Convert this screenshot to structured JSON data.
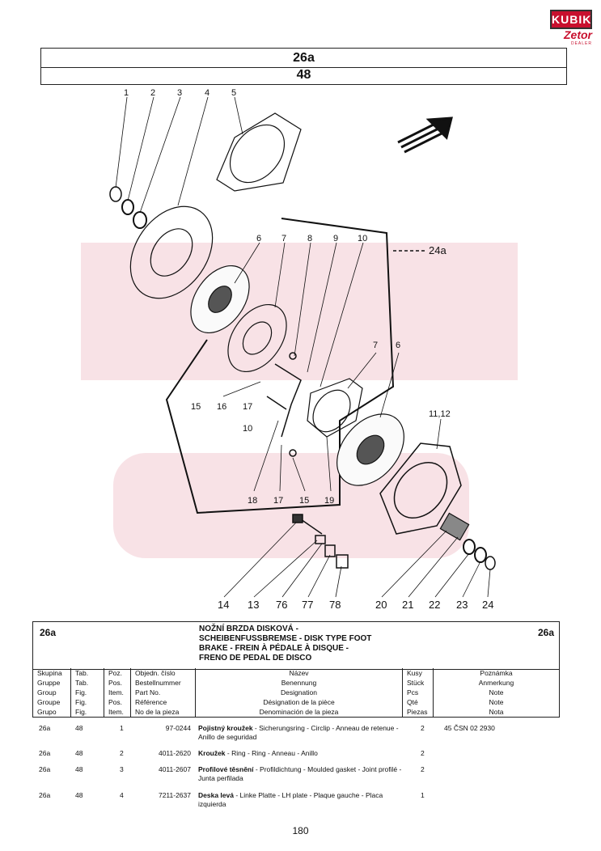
{
  "logo": {
    "brand": "KUBIK",
    "sub": "Zetor",
    "dealer": "DEALER"
  },
  "header": {
    "group": "26a",
    "figure": "48"
  },
  "diagram": {
    "callouts_top": [
      "1",
      "2",
      "3",
      "4",
      "5"
    ],
    "callouts_mid": [
      "6",
      "7",
      "8",
      "9",
      "10"
    ],
    "callout_24a": "24a",
    "callouts_right": [
      "7",
      "6",
      "11,12"
    ],
    "callouts_left": [
      "15",
      "16",
      "17",
      "10"
    ],
    "callouts_bottom_inner": [
      "18",
      "17",
      "15",
      "19"
    ],
    "callouts_bottom": [
      "14",
      "13",
      "76",
      "77",
      "78",
      "20",
      "21",
      "22",
      "23",
      "24"
    ]
  },
  "title": {
    "group_left": "26a",
    "group_right": "26a",
    "lines": [
      "NOŽNÍ BRZDA DISKOVÁ -",
      "SCHEIBENFUSSBREMSE - DISK TYPE FOOT",
      "BRAKE - FREIN À PÉDALE À DISQUE -",
      "FRENO DE PEDAL DE DISCO"
    ]
  },
  "columns": [
    [
      "Skupina",
      "Gruppe",
      "Group",
      "Groupe",
      "Grupo"
    ],
    [
      "Tab.",
      "Tab.",
      "Fig.",
      "Fig.",
      "Fig."
    ],
    [
      "Poz.",
      "Pos.",
      "Item.",
      "Pos.",
      "Item."
    ],
    [
      "Objedn. číslo",
      "Bestellnummer",
      "Part No.",
      "Référence",
      "No de la pieza"
    ],
    [
      "Název",
      "Benennung",
      "Designation",
      "Désignation de la pièce",
      "Denominación de la pieza"
    ],
    [
      "Kusy",
      "Stück",
      "Pcs",
      "Qté",
      "Piezas"
    ],
    [
      "Poznámka",
      "Anmerkung",
      "Note",
      "Note",
      "Nota"
    ]
  ],
  "rows": [
    {
      "group": "26a",
      "tab": "48",
      "pos": "1",
      "part": "97-0244",
      "bold": "Pojistný kroužek",
      "desc": " - Sicherungsring - Circlip - Anneau de retenue - Anillo de seguridad",
      "qty": "2",
      "note": "45 ČSN 02 2930"
    },
    {
      "group": "26a",
      "tab": "48",
      "pos": "2",
      "part": "4011-2620",
      "bold": "Kroužek",
      "desc": " - Ring - Ring - Anneau - Anillo",
      "qty": "2",
      "note": ""
    },
    {
      "group": "26a",
      "tab": "48",
      "pos": "3",
      "part": "4011-2607",
      "bold": "Profilové těsnění",
      "desc": " - Profildichtung - Moulded gasket - Joint profilé - Junta perfilada",
      "qty": "2",
      "note": ""
    },
    {
      "group": "26a",
      "tab": "48",
      "pos": "4",
      "part": "7211-2637",
      "bold": "Deska levá",
      "desc": " - Linke Platte - LH plate - Plaque gauche - Placa izquierda",
      "qty": "1",
      "note": ""
    }
  ],
  "page_number": "180"
}
